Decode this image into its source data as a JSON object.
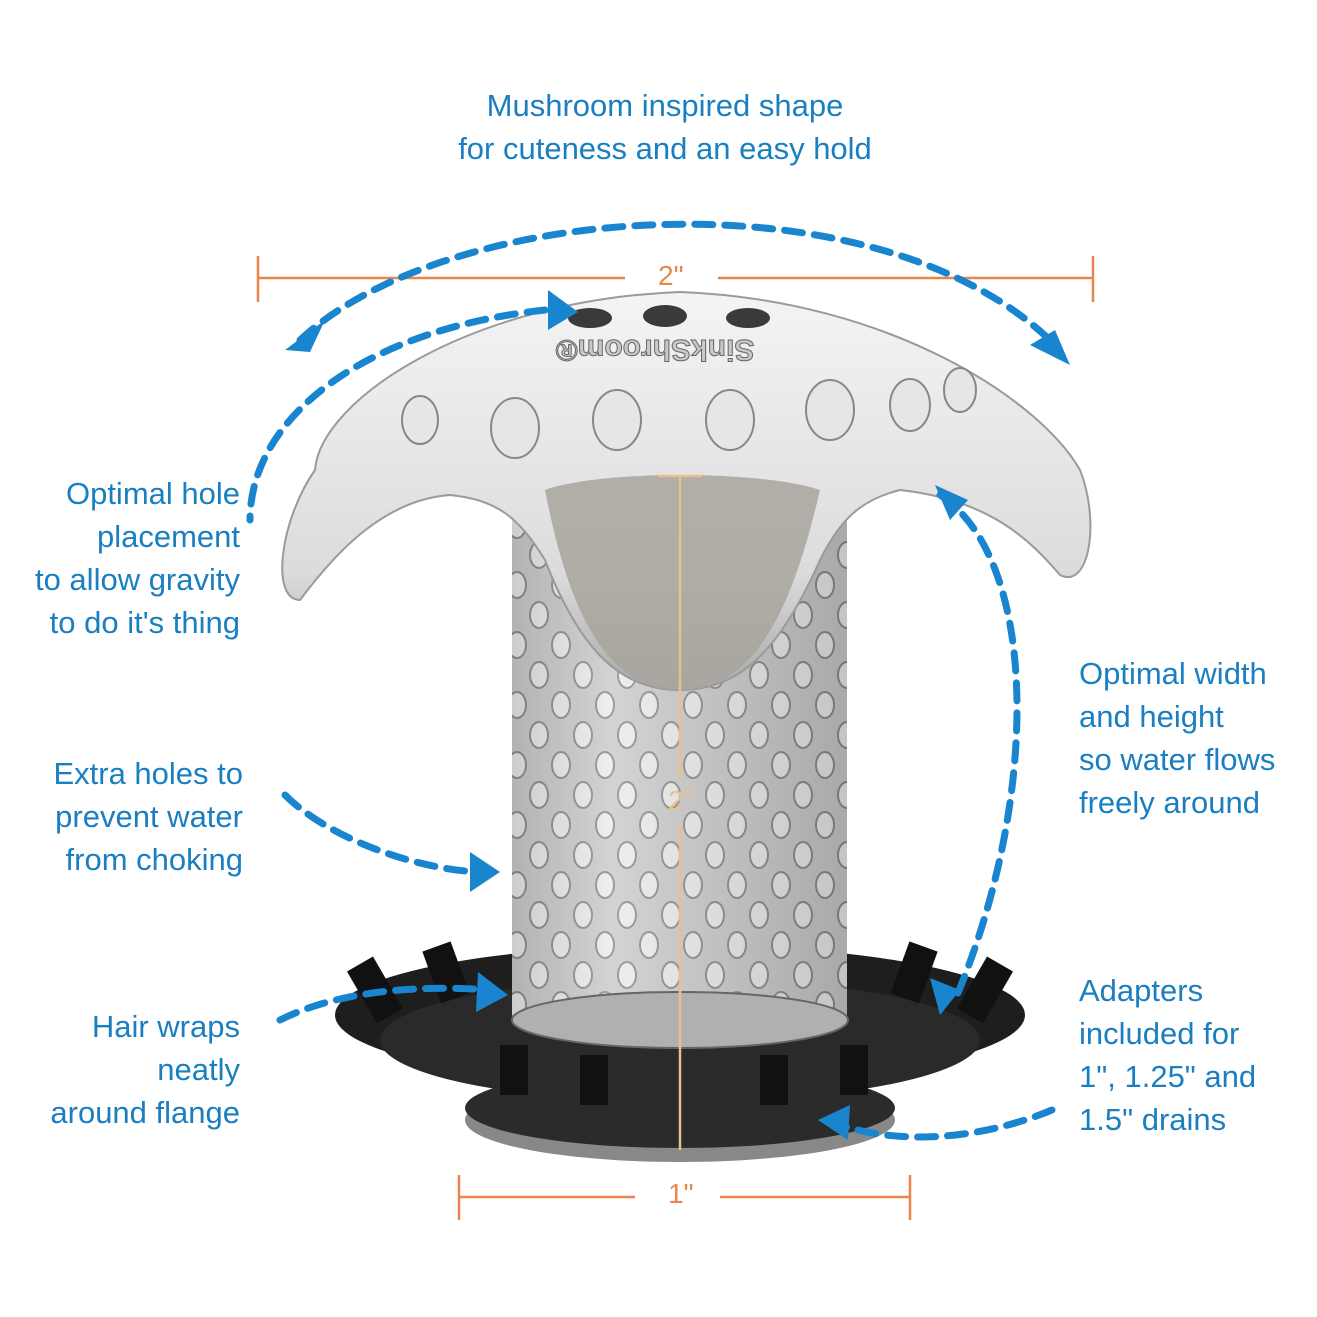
{
  "colors": {
    "text": "#1a7fc1",
    "arrows": "#1a85cf",
    "dimension": "#e8874a"
  },
  "product": {
    "logo_text": "SinkShroom®"
  },
  "captions": {
    "top": [
      "Mushroom inspired shape",
      "for cuteness and an easy hold"
    ],
    "hole_placement": [
      "Optimal hole",
      "placement",
      "to allow gravity",
      "to do it's thing"
    ],
    "extra_holes": [
      "Extra holes to",
      "prevent water",
      "from choking"
    ],
    "hair_wraps": [
      "Hair wraps",
      "neatly",
      "around flange"
    ],
    "width_height": [
      "Optimal width",
      "and height",
      "so water flows",
      "freely around"
    ],
    "adapters": [
      "Adapters",
      "included for",
      "1\", 1.25\" and",
      "1.5\" drains"
    ]
  },
  "dimensions": {
    "cap_width": "2\"",
    "height": "2\"",
    "base_width": "1\""
  }
}
